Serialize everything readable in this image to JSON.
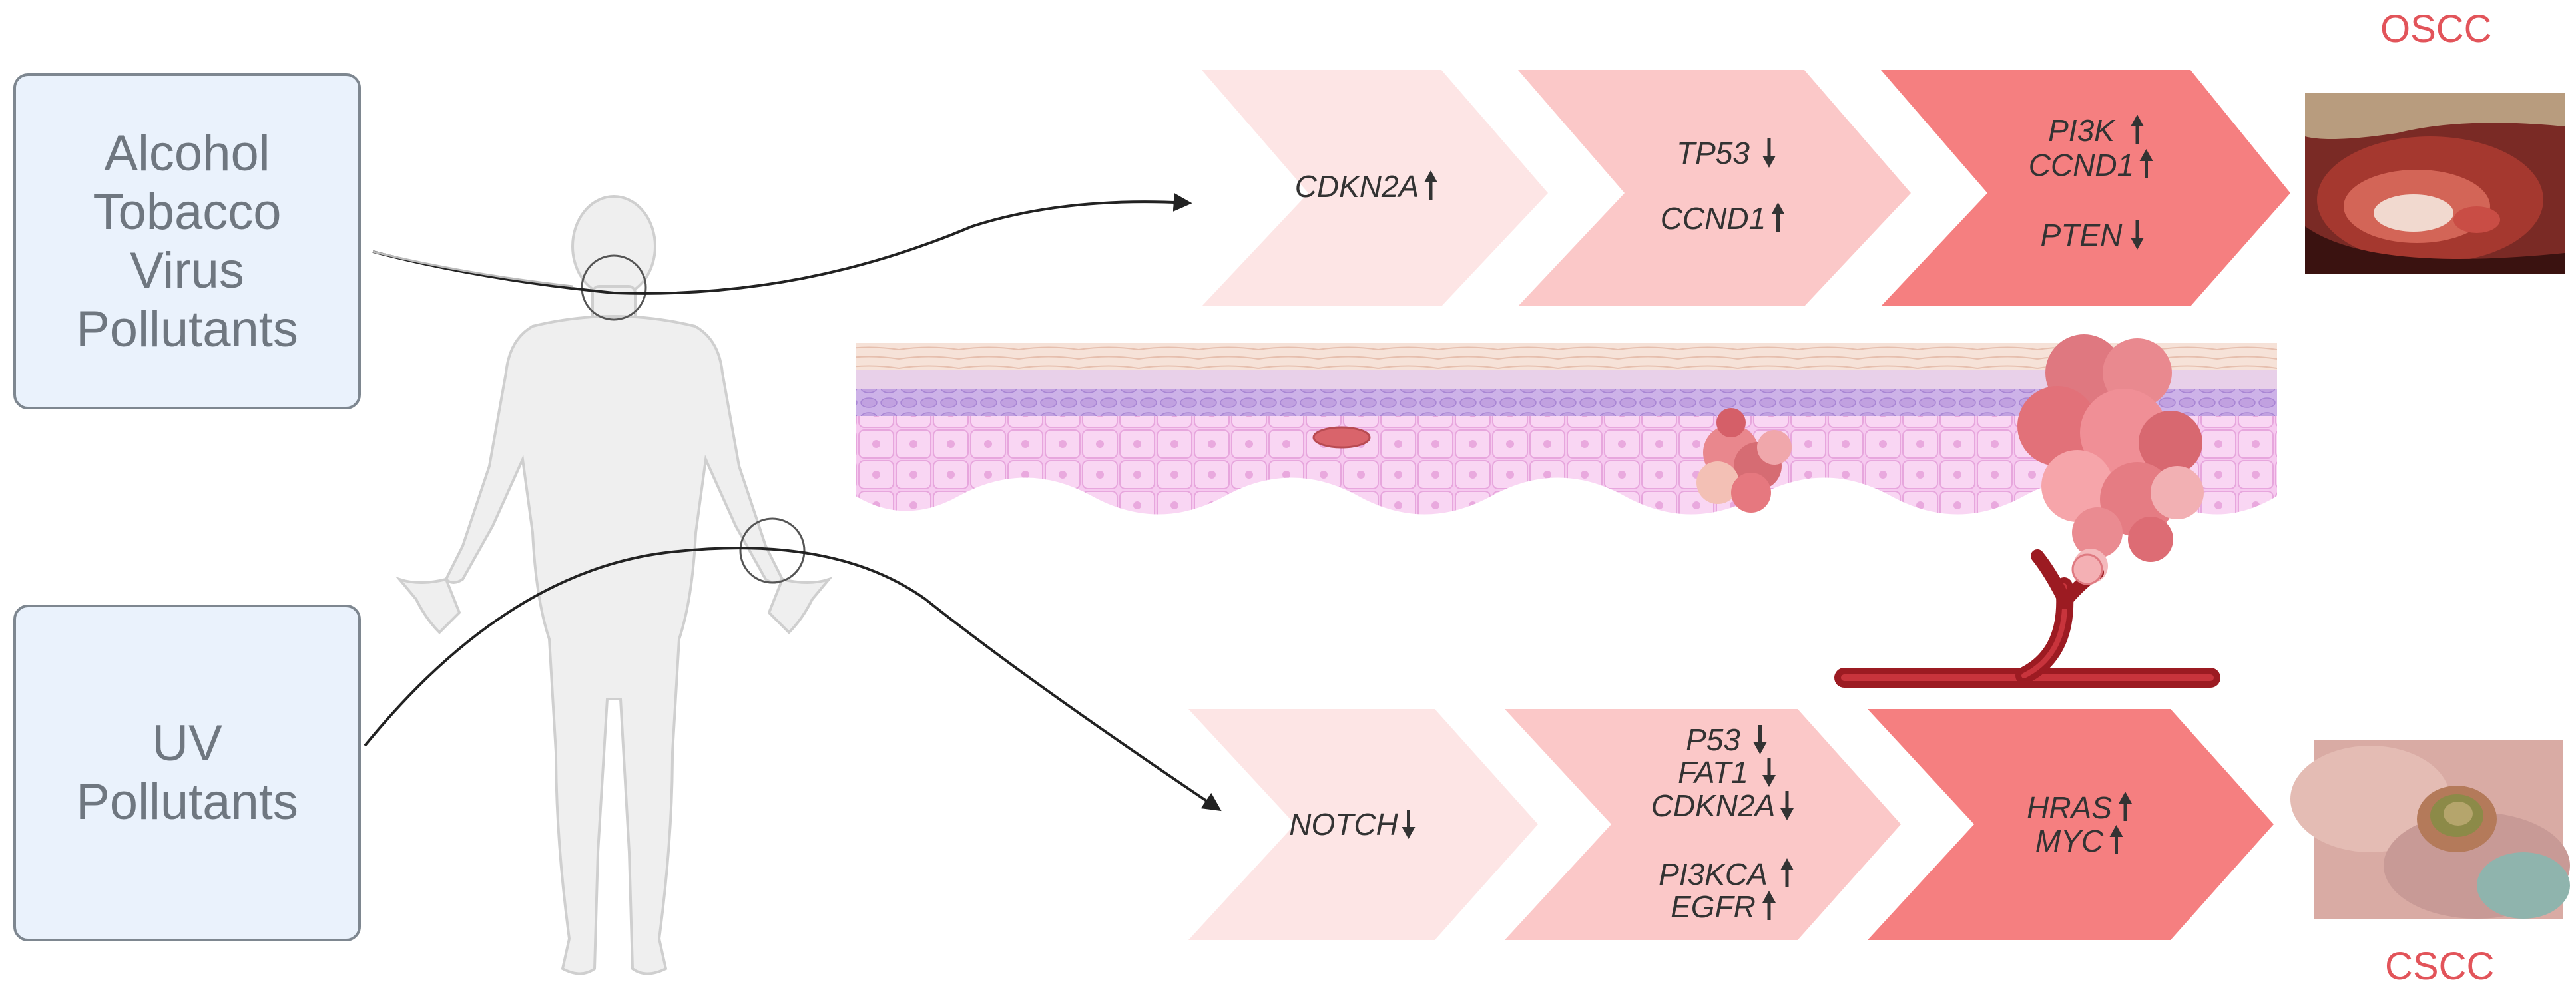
{
  "risk_factors": {
    "oral": [
      "Alcohol",
      "Tobacco",
      "Virus",
      "Pollutants"
    ],
    "skin": [
      "UV",
      "Pollutants"
    ]
  },
  "cancer_labels": {
    "oral": "OSCC",
    "skin": "CSCC"
  },
  "oral_stages": [
    {
      "genes": [
        {
          "name": "CDKN2A",
          "direction": "up"
        }
      ]
    },
    {
      "genes": [
        {
          "name": "TP53",
          "direction": "down"
        },
        {
          "name": "CCND1",
          "direction": "up"
        }
      ]
    },
    {
      "genes": [
        {
          "name": "PI3K",
          "direction": "up"
        },
        {
          "name": "CCND1",
          "direction": "up"
        },
        {
          "name": "PTEN",
          "direction": "down"
        }
      ]
    }
  ],
  "skin_stages": [
    {
      "genes": [
        {
          "name": "NOTCH",
          "direction": "down"
        }
      ]
    },
    {
      "genes": [
        {
          "name": "P53",
          "direction": "down"
        },
        {
          "name": "FAT1",
          "direction": "down"
        },
        {
          "name": "CDKN2A",
          "direction": "down"
        },
        {
          "name": "PI3KCA",
          "direction": "up"
        },
        {
          "name": "EGFR",
          "direction": "up"
        }
      ]
    },
    {
      "genes": [
        {
          "name": "HRAS",
          "direction": "up"
        },
        {
          "name": "MYC",
          "direction": "up"
        }
      ]
    }
  ],
  "colors": {
    "stage1": "#fde5e5",
    "stage2": "#fbc8c8",
    "stage3": "#f57f80",
    "box_fill": "#eaf2fc",
    "box_border": "#7e8790",
    "label": "#e2545a",
    "vessel": "#9c1b22",
    "epidermis": "#f6c9ef",
    "basal": "#c9b0e6"
  }
}
